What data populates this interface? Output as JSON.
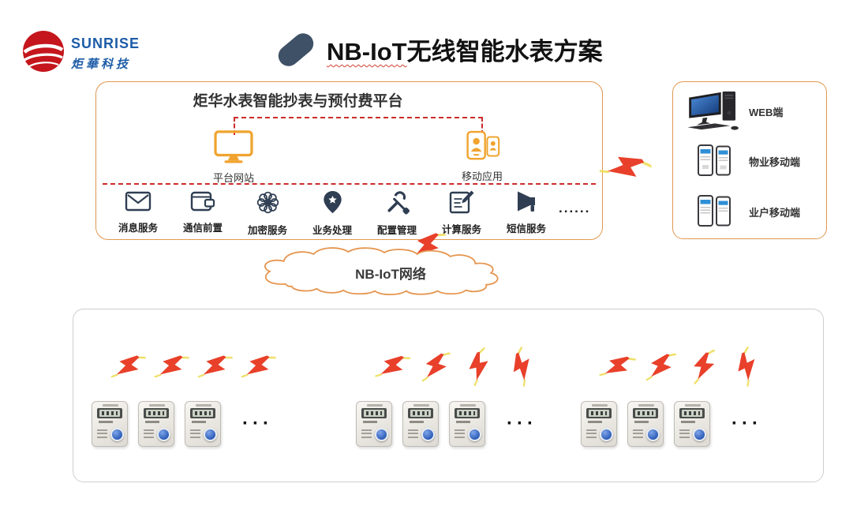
{
  "logo": {
    "brand": "SUNRISE",
    "company": "炬華科技"
  },
  "title": {
    "en": "NB-IoT",
    "zh": "无线智能水表方案"
  },
  "platform": {
    "title": "炬华水表智能抄表与预付费平台",
    "nodes": [
      {
        "label": "平台网站"
      },
      {
        "label": "移动应用"
      }
    ],
    "services": [
      {
        "label": "消息服务",
        "icon": "envelope-icon"
      },
      {
        "label": "通信前置",
        "icon": "wallet-icon"
      },
      {
        "label": "加密服务",
        "icon": "atom-icon"
      },
      {
        "label": "业务处理",
        "icon": "location-pin-icon"
      },
      {
        "label": "配置管理",
        "icon": "tools-icon"
      },
      {
        "label": "计算服务",
        "icon": "document-edit-icon"
      },
      {
        "label": "短信服务",
        "icon": "megaphone-icon"
      }
    ],
    "more": "......"
  },
  "clients": [
    {
      "label": "WEB端",
      "icon": "desktop-computer-icon"
    },
    {
      "label": "物业移动端",
      "icon": "dual-phones-icon"
    },
    {
      "label": "业户移动端",
      "icon": "dual-phones-icon"
    }
  ],
  "network": {
    "label": "NB-IoT网络"
  },
  "meter_area": {
    "groups": [
      {
        "bolt_count": 4,
        "meter_count": 3,
        "more": "···"
      },
      {
        "bolt_count": 4,
        "meter_count": 3,
        "more": "···"
      },
      {
        "bolt_count": 4,
        "meter_count": 3,
        "more": "···"
      }
    ]
  },
  "colors": {
    "box_orange": "#e09850",
    "dashed_red": "#cc2b2b",
    "icon_navy": "#2f3e52",
    "icon_orange": "#f0a32e",
    "bolt_red": "#e8402a",
    "bolt_yellow": "#efe06a",
    "logo_red": "#c4161c",
    "logo_blue": "#1d5ca8",
    "title_pill": "#3f5166"
  }
}
